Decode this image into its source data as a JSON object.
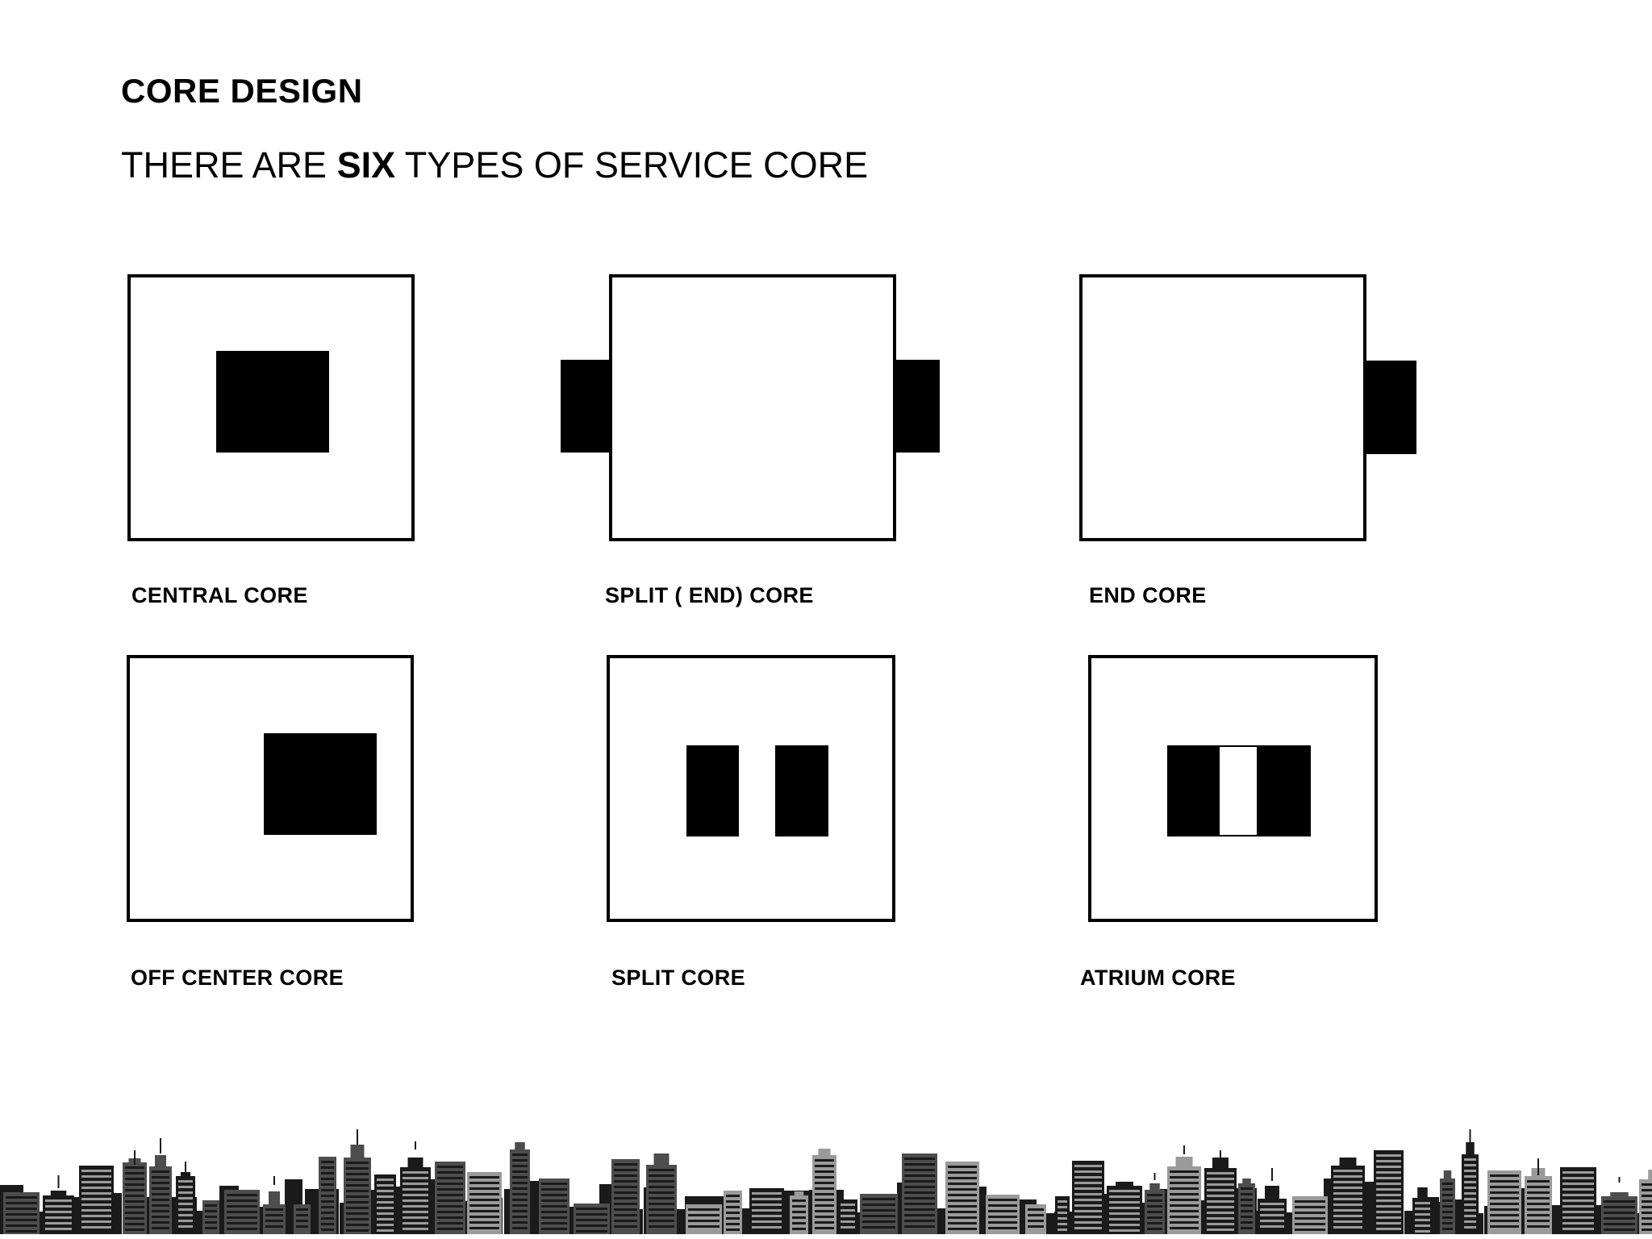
{
  "slide": {
    "title": "CORE DESIGN",
    "subtitle_before": "THERE ARE ",
    "subtitle_emph": "SIX",
    "subtitle_after": " TYPES OF SERVICE CORE",
    "subtitle_full": "THERE ARE SIX TYPES OF SERVICE CORE",
    "background_color": "#ffffff",
    "text_color": "#000000"
  },
  "diagrams": {
    "outline_color": "#000000",
    "core_fill_color": "#000000",
    "plan_fill_color": "#ffffff",
    "row1": [
      {
        "id": "central-core",
        "label": "CENTRAL CORE",
        "core_type": "single-centered-block",
        "core_count": 1,
        "core_position": "center"
      },
      {
        "id": "split-end-core",
        "label": "SPLIT ( END) CORE",
        "core_type": "two-external-side-blocks",
        "core_count": 2,
        "core_position": "both-ends-outside"
      },
      {
        "id": "end-core",
        "label": "END CORE",
        "core_type": "single-external-side-block",
        "core_count": 1,
        "core_position": "right-end-outside"
      }
    ],
    "row2": [
      {
        "id": "off-center-core",
        "label": "OFF CENTER CORE",
        "core_type": "single-offset-block",
        "core_count": 1,
        "core_position": "offset-right-of-center"
      },
      {
        "id": "split-core",
        "label": "SPLIT CORE",
        "core_type": "two-internal-blocks",
        "core_count": 2,
        "core_position": "center-paired"
      },
      {
        "id": "atrium-core",
        "label": "ATRIUM CORE",
        "core_type": "two-internal-blocks-with-atrium-void",
        "core_count": 2,
        "core_position": "center-paired-with-void",
        "void_label": "atrium"
      }
    ]
  },
  "footer": {
    "graphic": "city-skyline-silhouette",
    "silhouette_color": "#1a1a1a",
    "building_mid_color": "#4d4d4d",
    "building_light_color": "#9a9a9a"
  }
}
